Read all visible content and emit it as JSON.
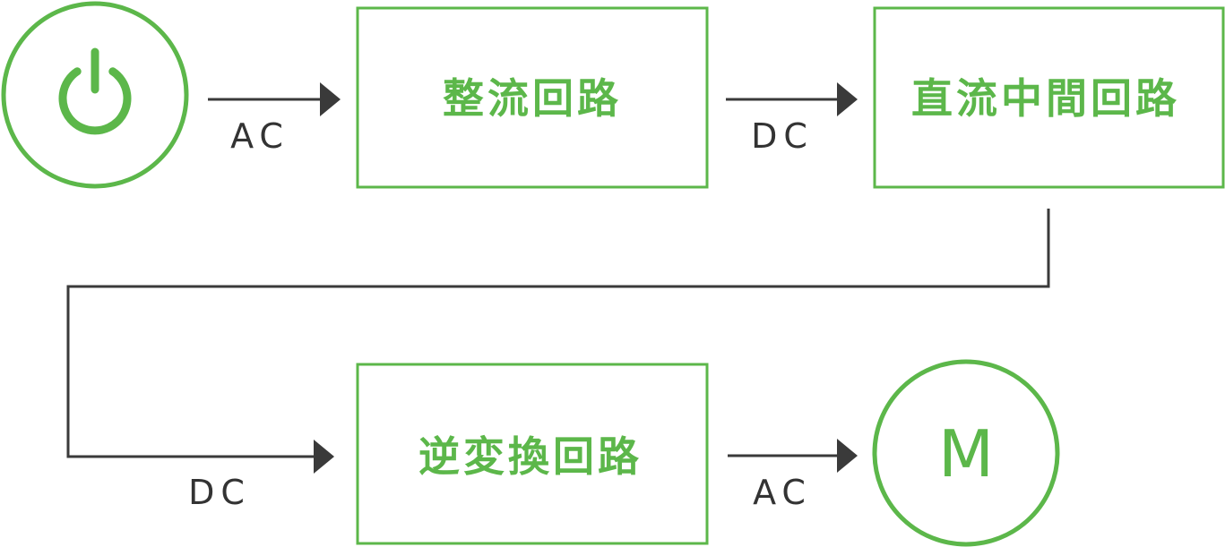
{
  "colors": {
    "accent": "#5cb74a",
    "line": "#3a3a3a",
    "text": "#333333"
  },
  "nodes": {
    "power_source": {
      "icon": "power-icon"
    },
    "rectifier": {
      "label": "整流回路"
    },
    "dc_link": {
      "label": "直流中間回路"
    },
    "inverter": {
      "label": "逆変換回路"
    },
    "motor": {
      "label": "M"
    }
  },
  "signals": {
    "power_to_rectifier": "AC",
    "rectifier_to_dclink": "DC",
    "dclink_to_inverter": "DC",
    "inverter_to_motor": "AC"
  }
}
